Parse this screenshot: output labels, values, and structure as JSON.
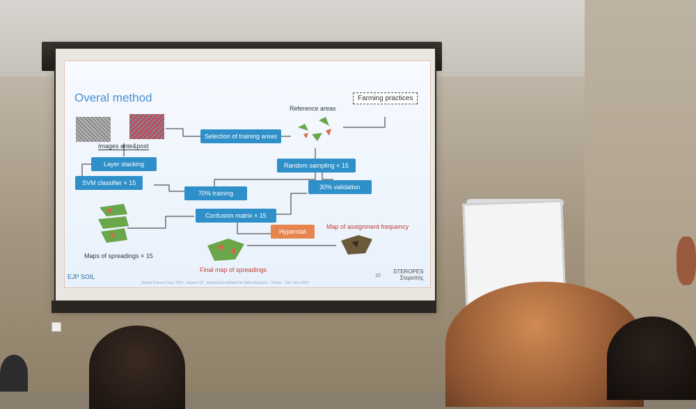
{
  "slide": {
    "title": "Overal method",
    "boxes": {
      "selection": "Selection of training areas",
      "layer_stacking": "Layer stacking",
      "random_sampling": "Random sampling × 15",
      "svm": "SVM  classifier × 15",
      "training": "70% training",
      "validation": "30% validation",
      "confusion": "Confusion matrix × 15",
      "hyperstat": "Hyperstat"
    },
    "labels": {
      "images": "Images ante&post",
      "reference": "Reference areas",
      "farming": "Farming practices",
      "maps_spreadings": "Maps of spreadings × 15",
      "assignment_freq": "Map of assignment frequency",
      "final_map": "Final map of spreadings"
    },
    "footer": {
      "logo_left": "EJP SOIL",
      "page_num": "10",
      "logo_right_1": "STEROPES",
      "logo_right_2": "Στεροπής",
      "caption": "Annual Science Days 2024 · session C8 · biophysical methods for data integration · Vilnius · 12th June 2024"
    },
    "colors": {
      "box_blue": "#2f8fc8",
      "box_orange": "#e7854e",
      "title_blue": "#4a8fd0",
      "accent_red": "#c23b2f"
    }
  }
}
